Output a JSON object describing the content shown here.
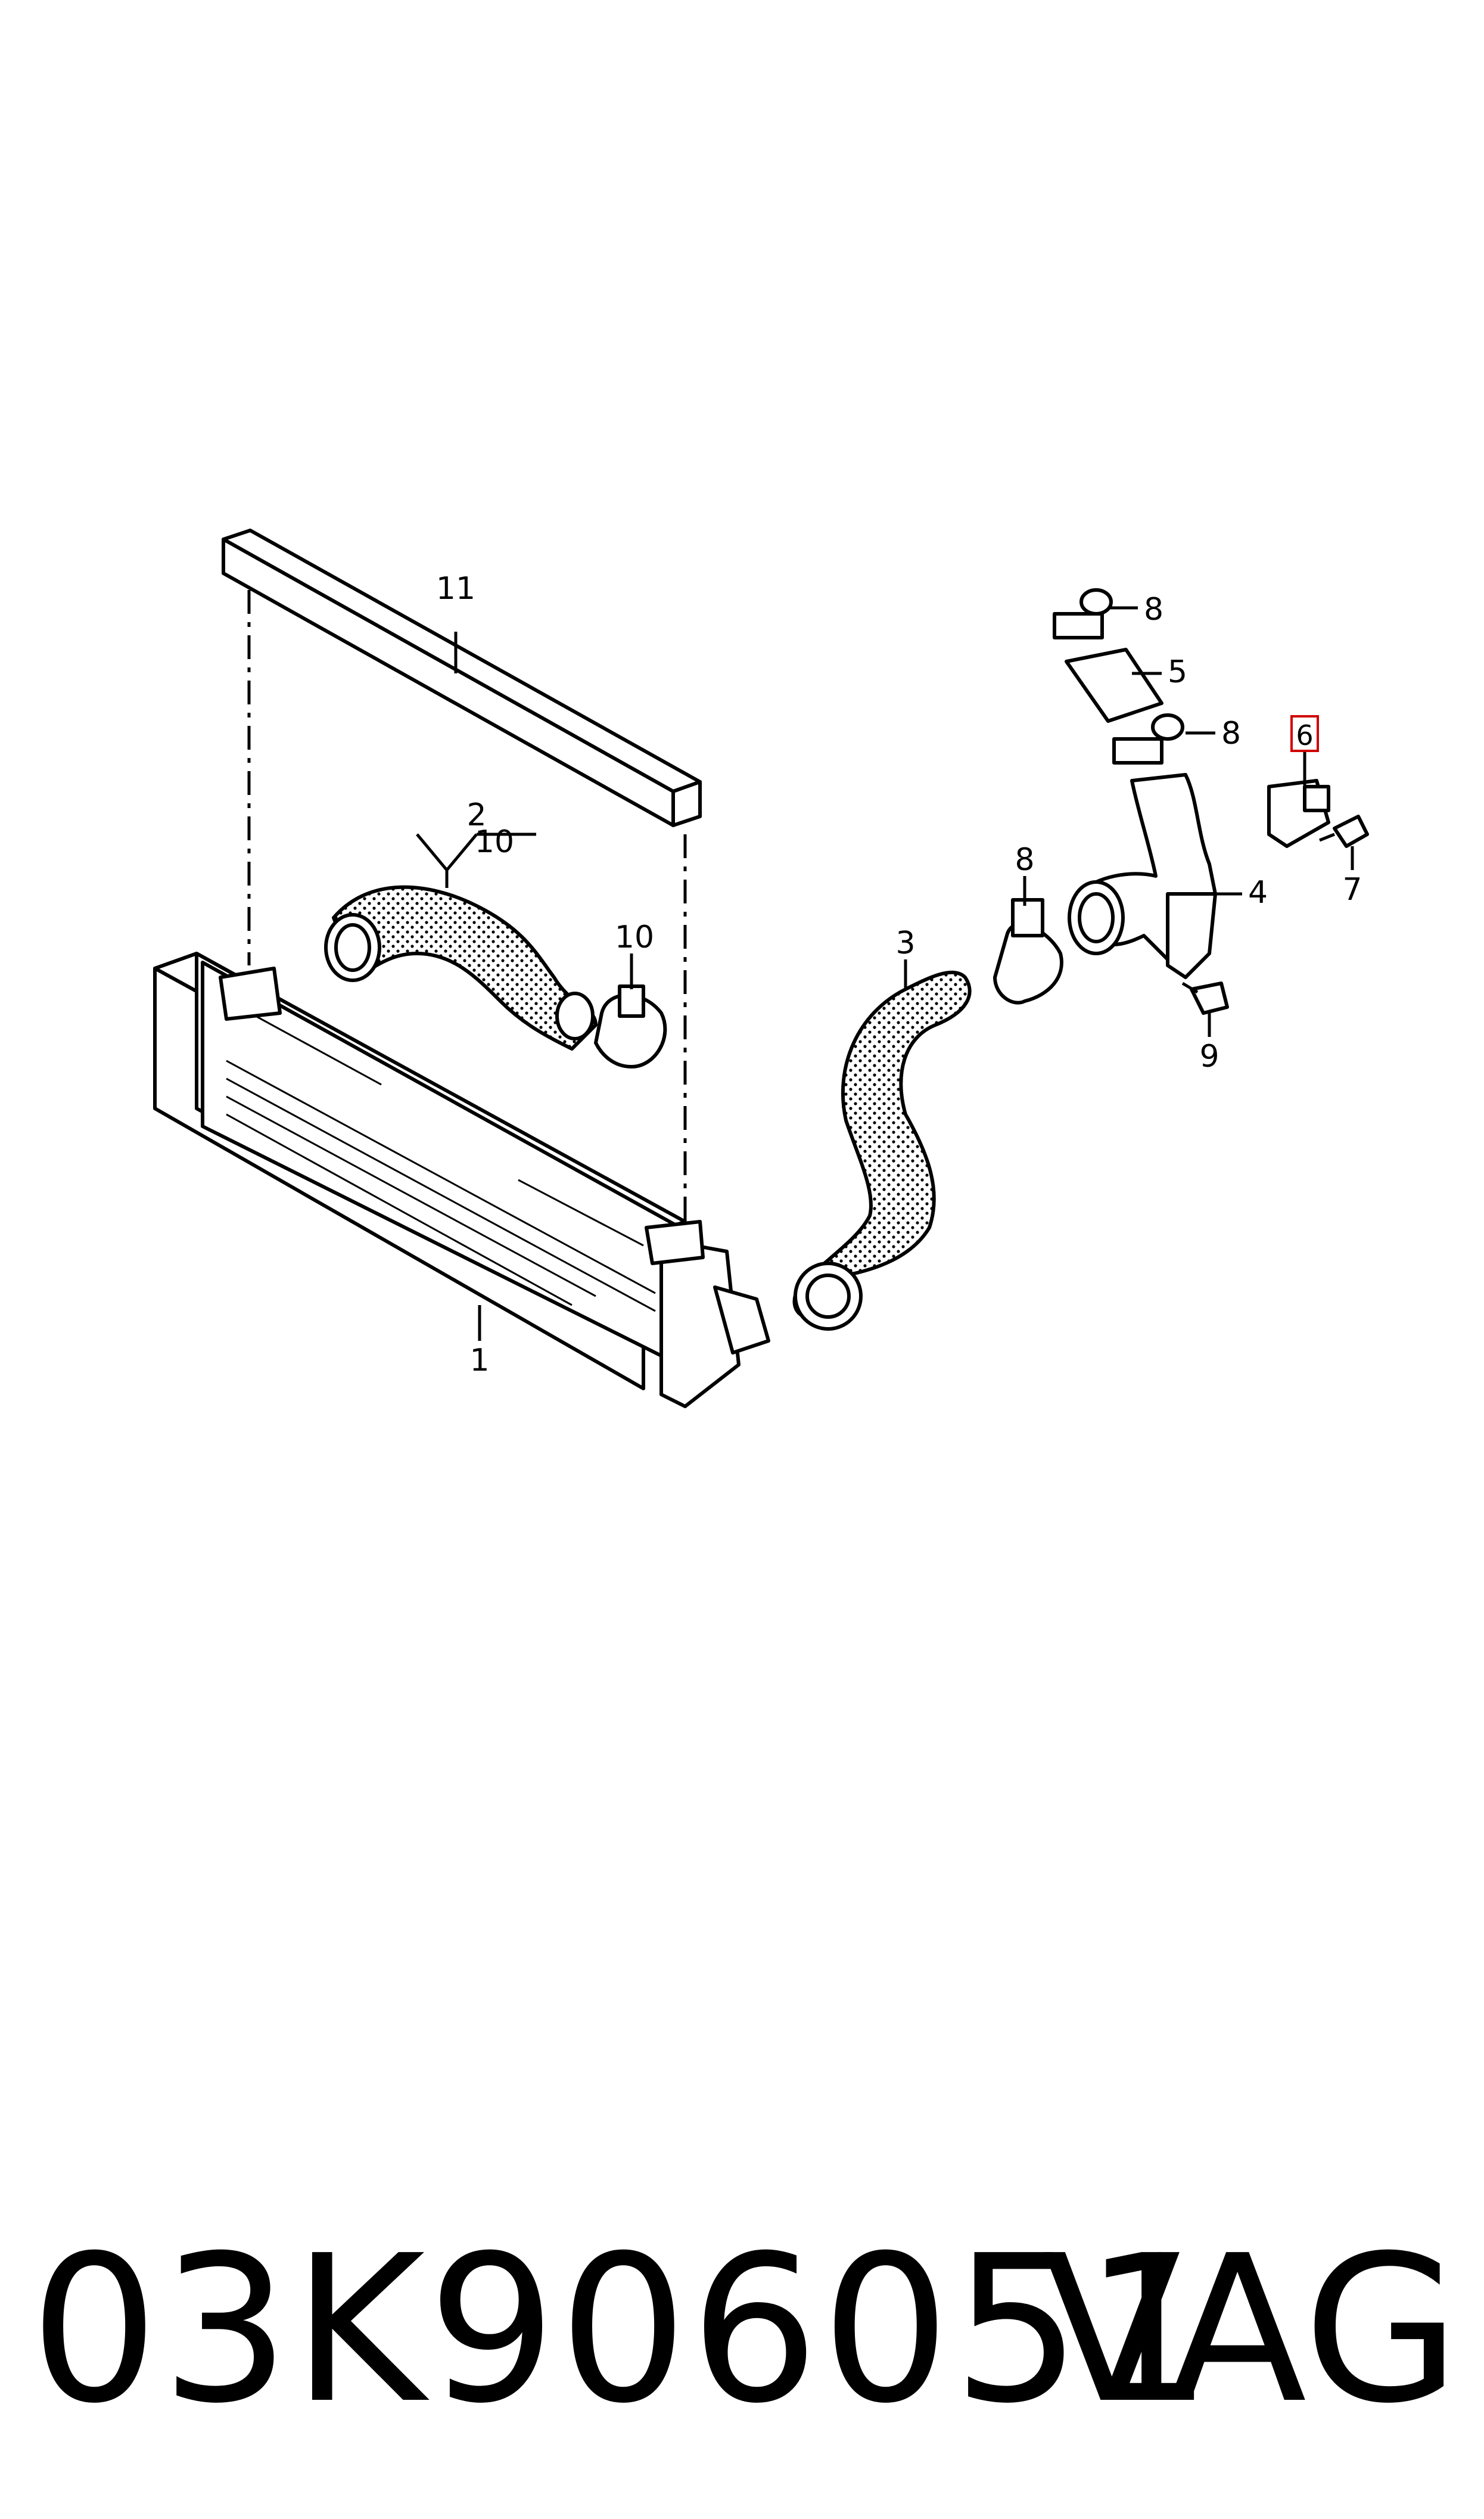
{
  "diagram": {
    "callouts": {
      "c1": "1",
      "c2": "2",
      "c3": "3",
      "c4": "4",
      "c5": "5",
      "c6": "6",
      "c7": "7",
      "c8a": "8",
      "c8b": "8",
      "c8c": "8",
      "c9": "9",
      "c10a": "10",
      "c10b": "10",
      "c11": "11"
    },
    "highlight_color": "#d00000"
  },
  "footer": {
    "part_number": "03K906051",
    "brand": "VAG"
  }
}
